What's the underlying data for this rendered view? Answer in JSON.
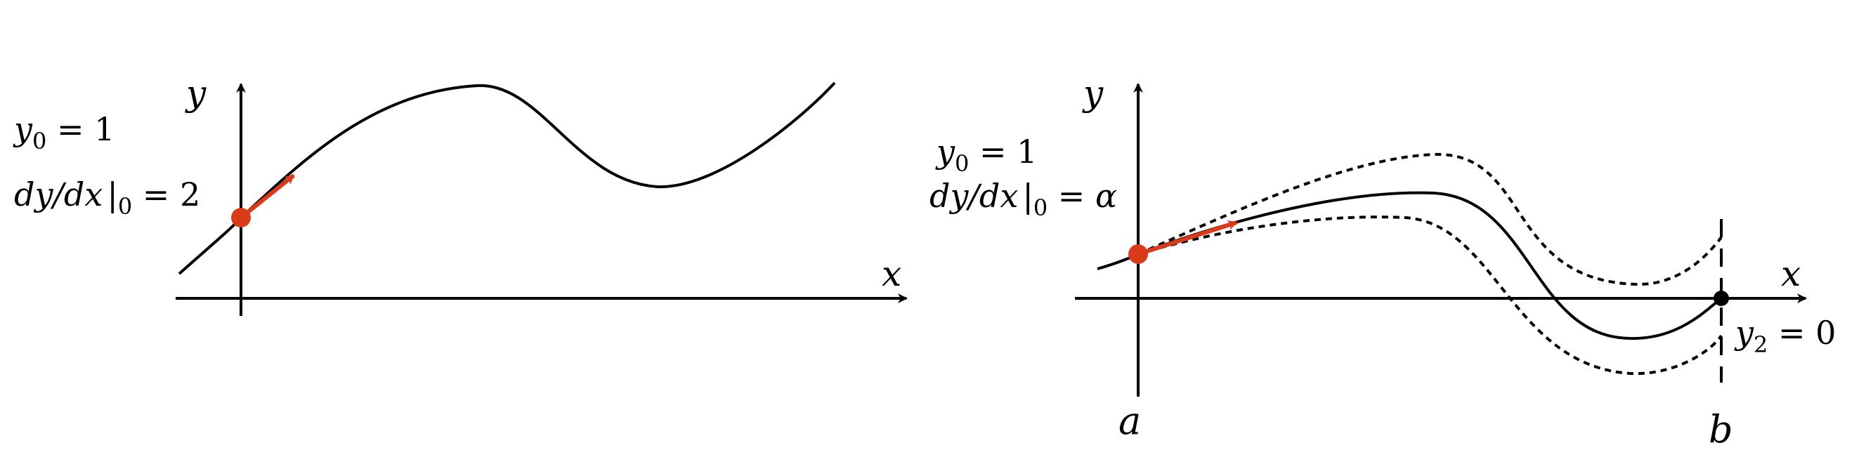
{
  "colors": {
    "ink": "#000000",
    "accent": "#d93a1a"
  },
  "left_panel": {
    "axis_x_label": "x",
    "axis_y_label": "y",
    "initial_value": {
      "var": "y",
      "sub": "0",
      "op": " = ",
      "val": "1"
    },
    "initial_slope": {
      "expr": "dy/dx",
      "bar": "|",
      "sub": "0",
      "op": " = ",
      "val": "2"
    }
  },
  "right_panel": {
    "axis_x_label": "x",
    "axis_y_label": "y",
    "initial_value": {
      "var": "y",
      "sub": "0",
      "op": " = ",
      "val": "1"
    },
    "initial_slope": {
      "expr": "dy/dx",
      "bar": "|",
      "sub": "0",
      "op": " = ",
      "val": "α"
    },
    "boundary_value": {
      "var": "y",
      "sub": "2",
      "op": " = ",
      "val": "0"
    },
    "left_bound_label": "a",
    "right_bound_label": "b"
  }
}
